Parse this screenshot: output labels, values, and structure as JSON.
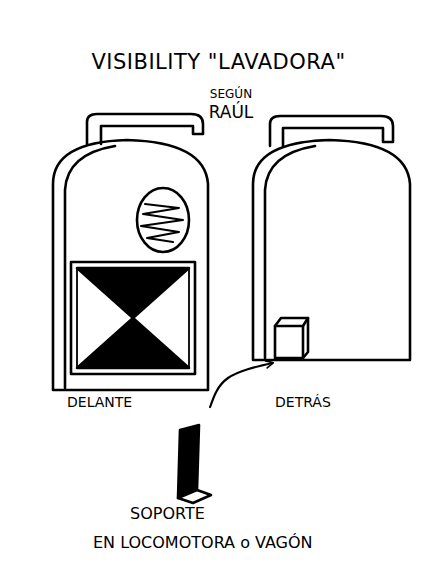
{
  "diagram": {
    "title": "VISIBILITY \"LAVADORA\"",
    "nodes": [
      {
        "text": [
          "DELANTE"
        ]
      },
      {
        "text": [
          "DETRÁS"
        ]
      },
      {
        "text": [
          "SOPORTE",
          "EN LOCOMOTORA o VAGÓN"
        ]
      }
    ],
    "edges": [
      {
        "from": 2,
        "to": 1,
        "arrow": "to"
      }
    ],
    "labels": [
      "SEGÚN",
      "RAÚL"
    ]
  }
}
